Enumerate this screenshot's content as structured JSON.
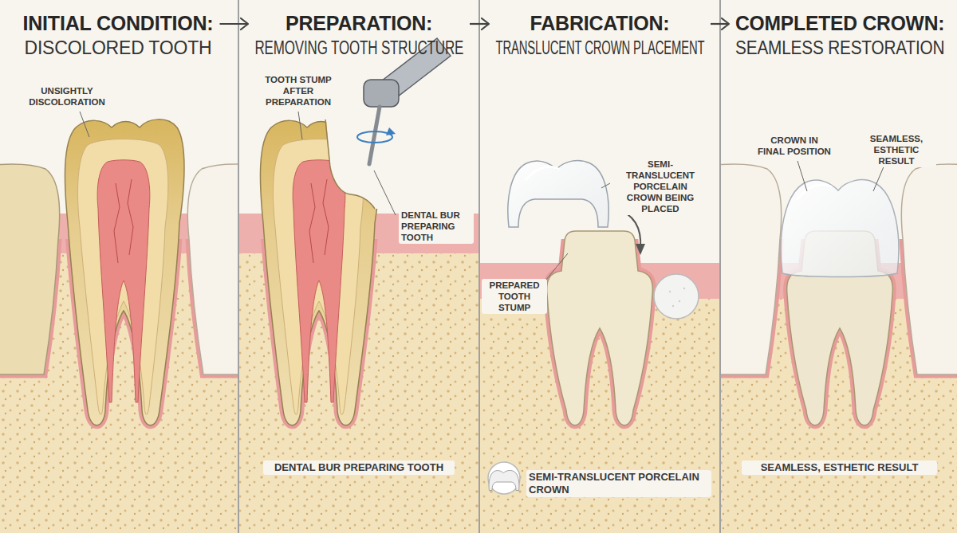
{
  "diagram": {
    "nodes": [
      {
        "text": [
          "INITIAL CONDITION:",
          "DISCOLORED TOOTH"
        ]
      },
      {
        "text": [
          "PREPARATION:",
          "REMOVING TOOTH STRUCTURE"
        ]
      },
      {
        "text": [
          "FABRICATION:",
          "TRANSLUCENT CROWN PLACEMENT"
        ]
      },
      {
        "text": [
          "COMPLETED CROWN:",
          "SEAMLESS RESTORATION"
        ]
      }
    ],
    "edges": [
      {
        "from": 0,
        "to": 1,
        "arrow": "to"
      },
      {
        "from": 1,
        "to": 2,
        "arrow": "to"
      },
      {
        "from": 2,
        "to": 3,
        "arrow": "to"
      }
    ],
    "labels": [
      "UNSIGHTLY DISCOLORATION",
      "TOOTH STUMP AFTER PREPARATION",
      "DENTAL BUR PREPARING TOOTH",
      "DENTAL BUR PREPARING TOOTH",
      "SEMI-TRANSLUCENT PORCELAIN CROWN BEING PLACED",
      "PREPARED TOOTH STUMP",
      "SEMI-TRANSLUCENT PORCELAIN CROWN",
      "CROWN IN FINAL POSITION",
      "SEAMLESS, ESTHETIC RESULT",
      "SEAMLESS, ESTHETIC RESULT"
    ]
  }
}
